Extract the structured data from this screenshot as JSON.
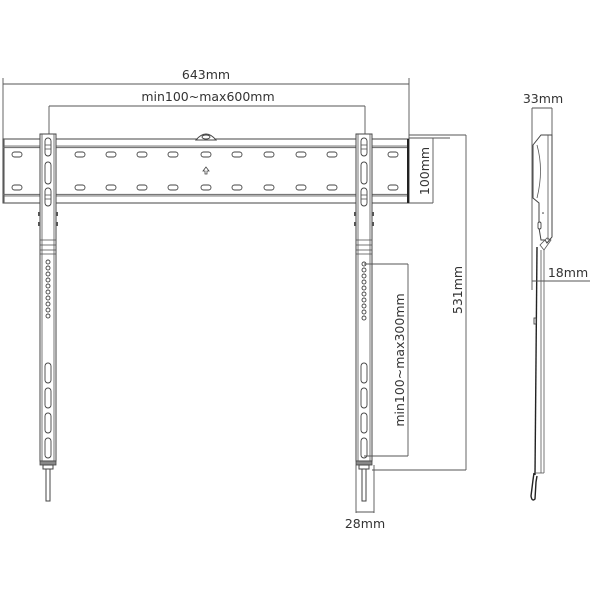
{
  "diagram": {
    "title": "Fixed TV wall mount technical drawing",
    "views": [
      "front-view",
      "side-view"
    ],
    "colors": {
      "line": "#444444",
      "text": "#333333",
      "background": "#ffffff"
    },
    "dimensions": {
      "total_width": "643mm",
      "vesa_horizontal": "min100~max600mm",
      "plate_height": "100mm",
      "total_height": "531mm",
      "vesa_vertical": "min100~max300mm",
      "arm_width": "28mm",
      "depth_max": "33mm",
      "depth_min": "18mm"
    },
    "front_view": {
      "wall_plate_slots_per_row": 10,
      "wall_plate_rows": 2,
      "arms": 2,
      "round_holes_per_arm": 10,
      "long_slots_per_arm": 4
    }
  }
}
